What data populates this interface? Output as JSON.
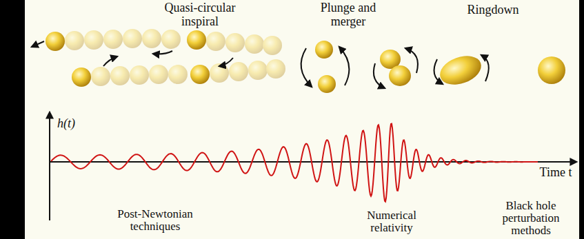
{
  "diagram": {
    "labels": [
      "Quasi-circular inspiral",
      "Plunge and merger",
      "Ringdown",
      "h(t)",
      "Time t",
      "Post-Newtonian techniques",
      "Numerical relativity",
      "Black hole perturbation methods"
    ]
  }
}
